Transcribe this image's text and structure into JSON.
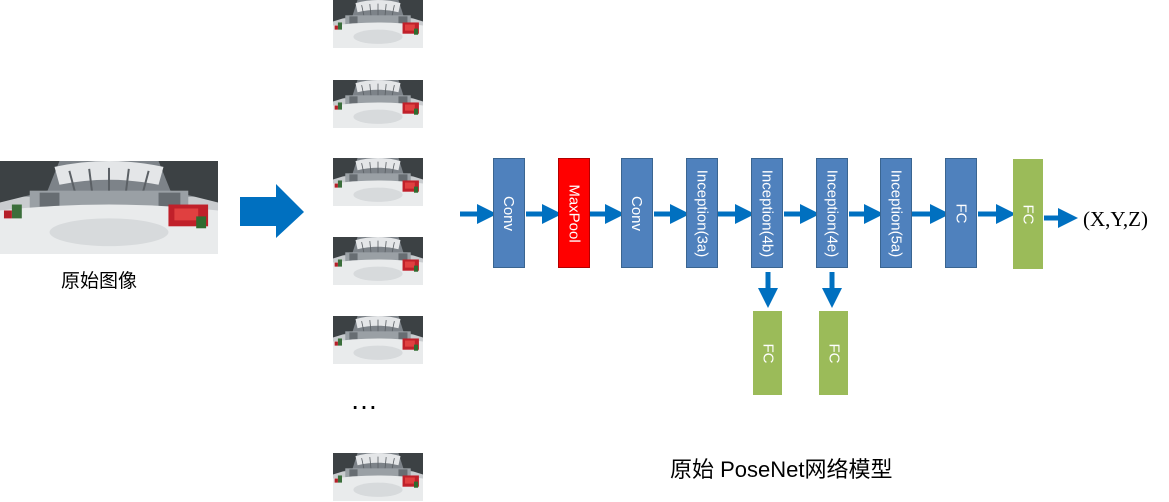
{
  "original_image_caption": "原始图像",
  "ellipsis": "…",
  "network": {
    "layers": [
      "Conv",
      "MaxPool",
      "Conv",
      "Inception(3a)",
      "Inception(4b)",
      "Inception(4e)",
      "Inception(5a)",
      "FC",
      "FC"
    ],
    "aux_outputs": [
      "FC",
      "FC"
    ],
    "output": "(X,Y,Z)",
    "caption": "原始 PoseNet网络模型"
  },
  "colors": {
    "arrow": "#0070c0",
    "conv_block": "#4f81bd",
    "maxpool_block": "#ff0000",
    "fc_block": "#9bbb59"
  }
}
